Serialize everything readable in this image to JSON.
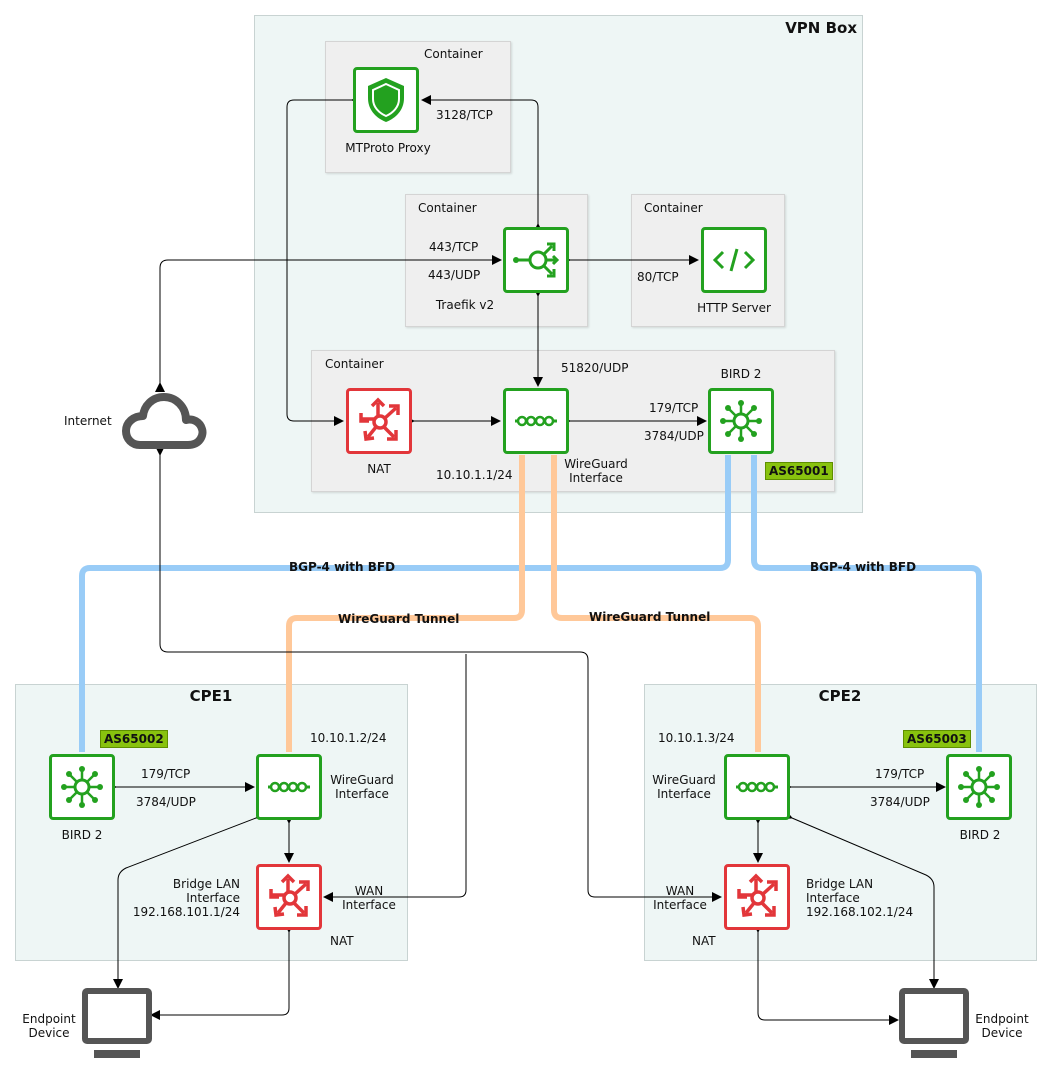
{
  "vpn_box": {
    "title": "VPN Box",
    "containers": {
      "proxy": {
        "label": "Container",
        "node": "MTProto Proxy",
        "port": "3128/TCP"
      },
      "traefik": {
        "label": "Container",
        "node": "Traefik v2",
        "port_tcp": "443/TCP",
        "port_udp": "443/UDP"
      },
      "http": {
        "label": "Container",
        "node": "HTTP Server",
        "port": "80/TCP"
      },
      "core": {
        "label": "Container",
        "nat": "NAT",
        "wg_ip": "10.10.1.1/24",
        "wg_label_1": "WireGuard",
        "wg_label_2": "Interface",
        "wg_port": "51820/UDP",
        "bird": "BIRD 2",
        "bgp_port": "179/TCP",
        "bfd_port": "3784/UDP",
        "as": "AS65001"
      }
    }
  },
  "internet": {
    "label": "Internet"
  },
  "links": {
    "bgp_left": "BGP-4 with BFD",
    "bgp_right": "BGP-4 with BFD",
    "wg_left": "WireGuard Tunnel",
    "wg_right": "WireGuard Tunnel"
  },
  "cpe1": {
    "title": "CPE1",
    "as": "AS65002",
    "bird": "BIRD 2",
    "bgp_port": "179/TCP",
    "bfd_port": "3784/UDP",
    "wg_ip": "10.10.1.2/24",
    "wg_label_1": "WireGuard",
    "wg_label_2": "Interface",
    "nat": "NAT",
    "bridge_1": "Bridge LAN",
    "bridge_2": "Interface",
    "bridge_ip": "192.168.101.1/24",
    "wan_1": "WAN",
    "wan_2": "Interface",
    "endpoint_1": "Endpoint",
    "endpoint_2": "Device"
  },
  "cpe2": {
    "title": "CPE2",
    "as": "AS65003",
    "bird": "BIRD 2",
    "bgp_port": "179/TCP",
    "bfd_port": "3784/UDP",
    "wg_ip": "10.10.1.3/24",
    "wg_label_1": "WireGuard",
    "wg_label_2": "Interface",
    "nat": "NAT",
    "bridge_1": "Bridge LAN",
    "bridge_2": "Interface",
    "bridge_ip": "192.168.102.1/24",
    "wan_1": "WAN",
    "wan_2": "Interface",
    "endpoint_1": "Endpoint",
    "endpoint_2": "Device"
  },
  "colors": {
    "green": "#23a11f",
    "red": "#e2363a",
    "bgp_line": "#99ccf7",
    "wg_line": "#ffc899",
    "as_badge": "#88c20e"
  }
}
